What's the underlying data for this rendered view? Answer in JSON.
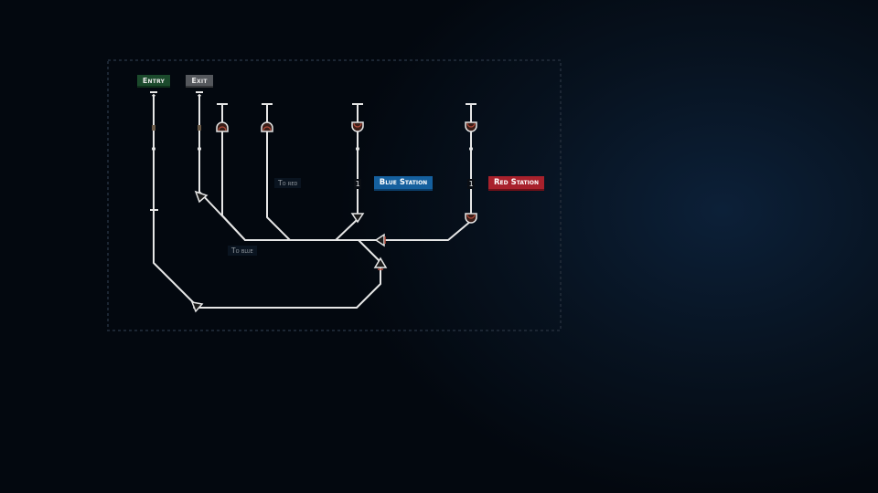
{
  "tags": {
    "entry": "Entry",
    "exit": "Exit"
  },
  "stations": {
    "blue": {
      "name": "Blue Station",
      "count": "1",
      "color": "#15609e"
    },
    "red": {
      "name": "Red Station",
      "count": "1",
      "color": "#a8212c"
    }
  },
  "switch_labels": {
    "to_red": "To red",
    "to_blue": "To blue"
  },
  "colors": {
    "track": "#e6e6e6",
    "board_border": "#1c2633",
    "signal_tint": "#b04a3a",
    "entry_tag": "#1b4a2c",
    "exit_tag": "#55585d"
  },
  "elements": {
    "signals": [
      "signal-left-branch",
      "signal-mid-branch",
      "signal-blue-top",
      "signal-red-top",
      "signal-red-bottom"
    ],
    "switches": [
      "switch-exit-merge",
      "switch-blue-branch",
      "switch-red-merge",
      "switch-lower-junction",
      "switch-bottom-loop"
    ],
    "buffer_stops": [
      "buffer-left-branch",
      "buffer-mid-branch",
      "buffer-blue",
      "buffer-red"
    ]
  }
}
